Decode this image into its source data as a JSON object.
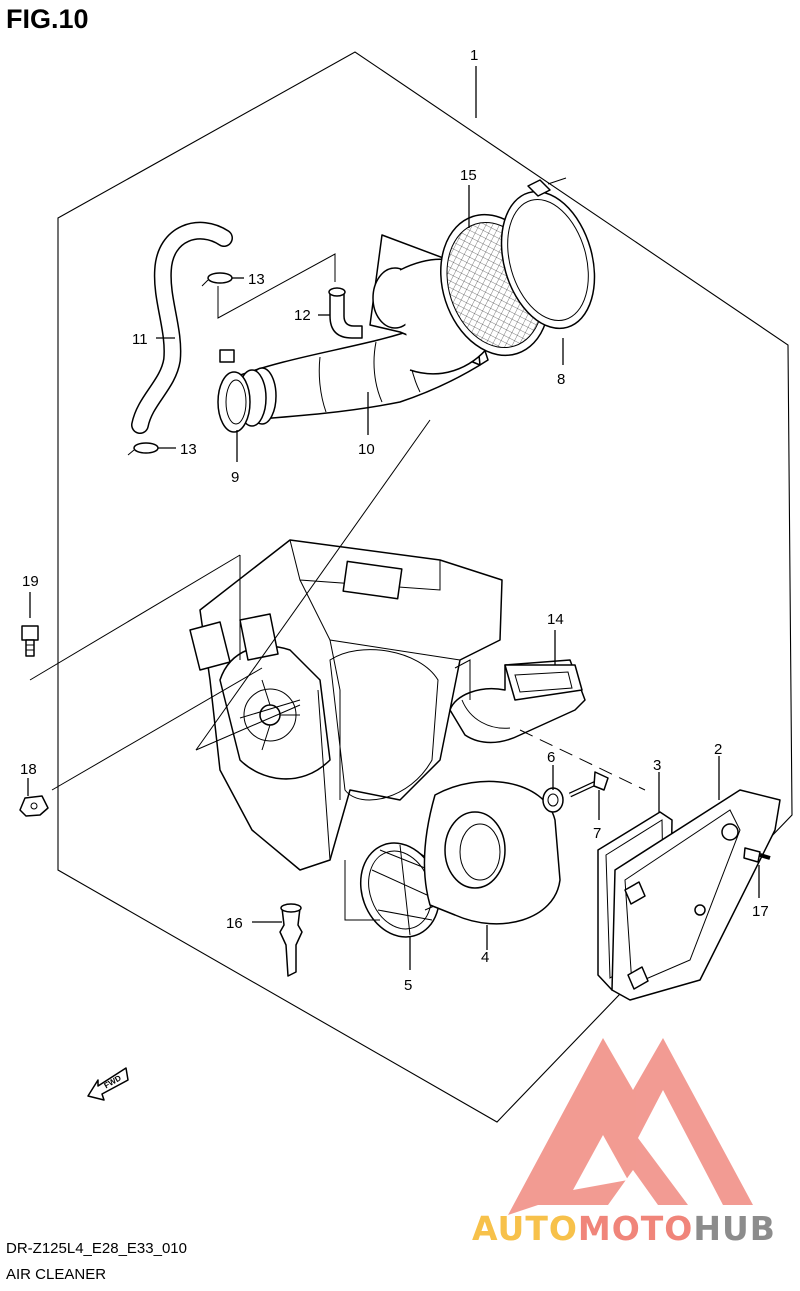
{
  "figure": {
    "title": "FIG.10"
  },
  "footer": {
    "model_code": "DR-Z125L4_E28_E33_010",
    "caption": "AIR CLEANER"
  },
  "watermark": {
    "brand_text": "AUTOMOTOHUB",
    "part_auto": "AUTO",
    "part_moto": "MOTO",
    "part_hub": "HUB",
    "color_auto": "#f7c14a",
    "color_moto": "#f0857a",
    "color_hub": "#8c8c8c",
    "logo_color": "#f08a80"
  },
  "direction_marker": {
    "label": "FWD"
  },
  "callouts": [
    {
      "id": "1",
      "label": "1"
    },
    {
      "id": "2",
      "label": "2"
    },
    {
      "id": "3",
      "label": "3"
    },
    {
      "id": "4",
      "label": "4"
    },
    {
      "id": "5",
      "label": "5"
    },
    {
      "id": "6",
      "label": "6"
    },
    {
      "id": "7",
      "label": "7"
    },
    {
      "id": "8",
      "label": "8"
    },
    {
      "id": "9",
      "label": "9"
    },
    {
      "id": "10",
      "label": "10"
    },
    {
      "id": "11",
      "label": "11"
    },
    {
      "id": "12",
      "label": "12"
    },
    {
      "id": "13a",
      "label": "13"
    },
    {
      "id": "13b",
      "label": "13"
    },
    {
      "id": "14",
      "label": "14"
    },
    {
      "id": "15",
      "label": "15"
    },
    {
      "id": "16",
      "label": "16"
    },
    {
      "id": "17",
      "label": "17"
    },
    {
      "id": "18",
      "label": "18"
    },
    {
      "id": "19",
      "label": "19"
    }
  ]
}
